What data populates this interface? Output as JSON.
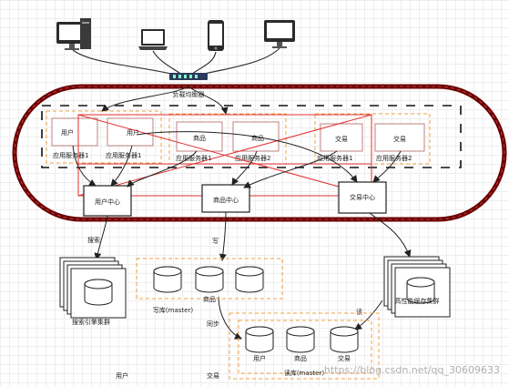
{
  "load_balancer": {
    "label": "负载均衡器"
  },
  "clusters": [
    {
      "labels": [
        "用户",
        "用户"
      ],
      "server_labels": [
        "应用服务器1",
        "应用服务器1"
      ]
    },
    {
      "labels": [
        "商品",
        "商品"
      ],
      "server_labels": [
        "应用服务器1",
        "应用服务器2"
      ]
    },
    {
      "labels": [
        "交易",
        "交易"
      ],
      "server_labels": [
        "应用服务器1",
        "应用服务器2"
      ]
    }
  ],
  "centers": {
    "user": "用户中心",
    "goods": "商品中心",
    "trade": "交易中心"
  },
  "edge_labels": {
    "search": "搜索",
    "write": "写",
    "sync": "同步",
    "read": "读"
  },
  "search_cluster": {
    "label": "搜索引擎集群"
  },
  "cache_cluster": {
    "label": "高性能缓存集群"
  },
  "master_db": {
    "db_label": "商品",
    "label": "写库(master)"
  },
  "slave_db": {
    "db_labels": [
      "用户",
      "商品",
      "交易"
    ],
    "label": "读库(master)"
  },
  "bottom_labels": [
    "用户",
    "交易"
  ],
  "watermark": "https://blog.csdn.net/qq_30609633",
  "colors": {
    "frame": "#8b0000",
    "dashed": "#f0a040",
    "red_line": "#e03030",
    "box_border": "#222222"
  }
}
